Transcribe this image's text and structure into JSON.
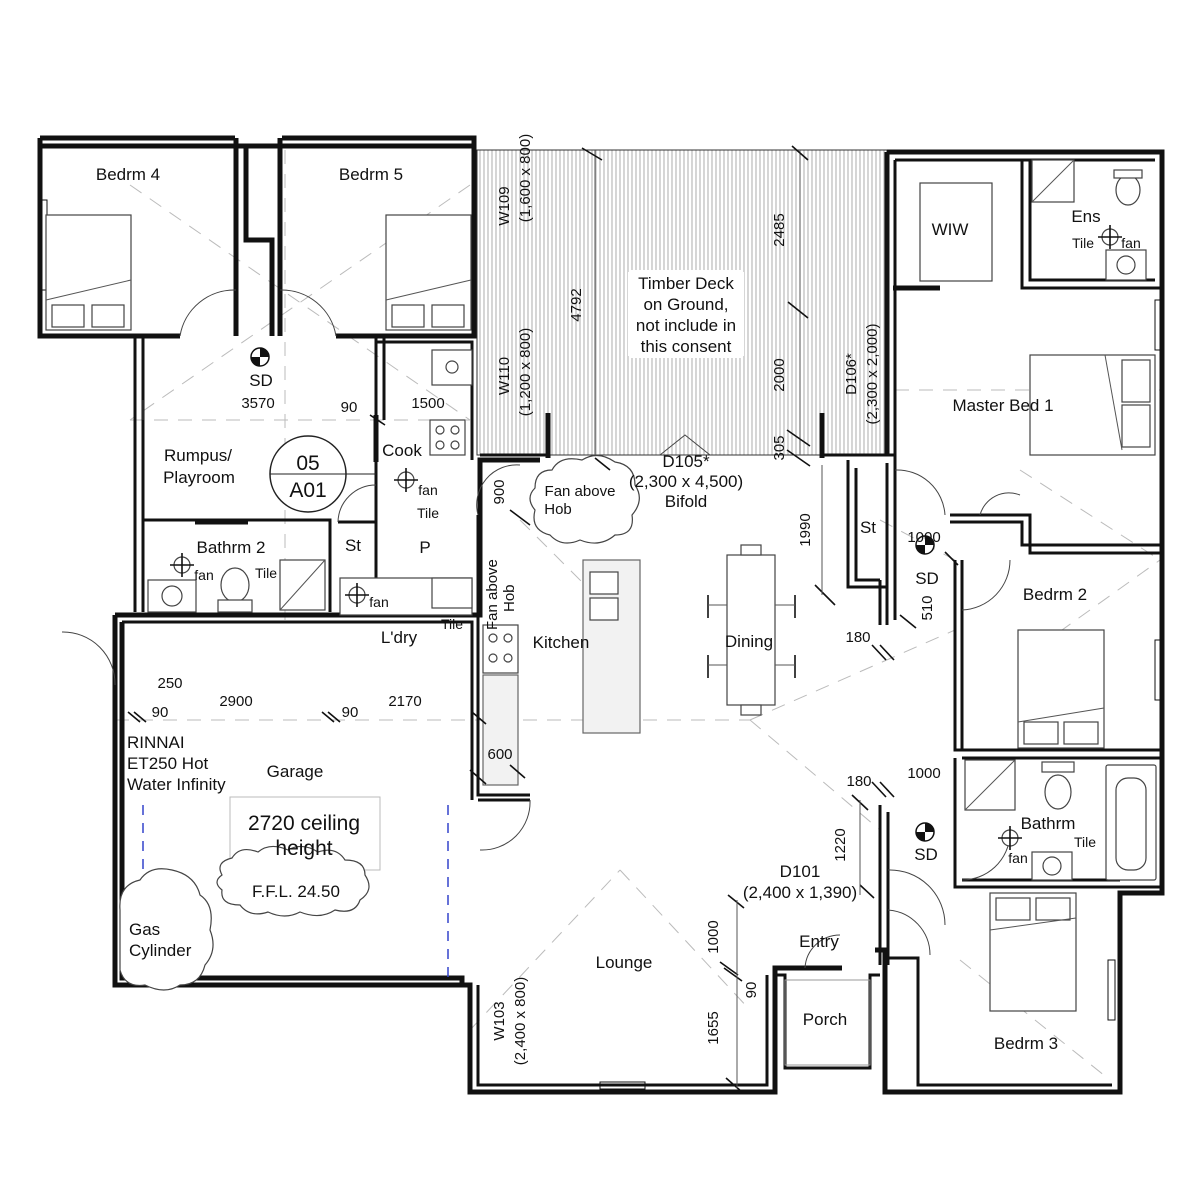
{
  "rooms": {
    "bedrm4": "Bedrm 4",
    "bedrm5": "Bedrm 5",
    "wiw": "WIW",
    "ens": "Ens",
    "ens_tile": "Tile",
    "ens_fan": "fan",
    "master": "Master Bed 1",
    "sd_top": "SD",
    "sd_top_dim": "3570",
    "rumpus_1": "Rumpus/",
    "rumpus_2": "Playroom",
    "cook": "Cook",
    "cook_dim": "1500",
    "cook_fan": "fan",
    "cook_tile": "Tile",
    "st_left": "St",
    "pantry": "P",
    "bathrm2": "Bathrm 2",
    "bath2_fan": "fan",
    "bath2_tile": "Tile",
    "ldry": "L'dry",
    "ldry_fan": "fan",
    "ldry_tile": "Tile",
    "kitchen": "Kitchen",
    "dining": "Dining",
    "st_right": "St",
    "sd_mid": "SD",
    "bedrm2": "Bedrm 2",
    "bathrm": "Bathrm",
    "bath_tile": "Tile",
    "bath_fan": "fan",
    "sd_low": "SD",
    "garage": "Garage",
    "lounge": "Lounge",
    "entry": "Entry",
    "porch": "Porch",
    "bedrm3": "Bedrm 3"
  },
  "deck": {
    "l1": "Timber Deck",
    "l2": "on Ground,",
    "l3": "not include in",
    "l4": "this consent"
  },
  "callout": {
    "num": "05",
    "sheet": "A01"
  },
  "notes": {
    "fan_above_hob_1": "Fan above",
    "fan_above_hob_2": "Hob",
    "fan_above_hob_v1": "Fan above",
    "fan_above_hob_v2": "Hob",
    "rinnai_1": "RINNAI",
    "rinnai_2": "ET250 Hot",
    "rinnai_3": "Water Infinity",
    "ceiling_1": "2720 ceiling",
    "ceiling_2": "height",
    "ffl": "F.F.L.  24.50",
    "gas_1": "Gas",
    "gas_2": "Cylinder"
  },
  "openings": {
    "w109_1": "W109",
    "w109_2": "(1,600 x 800)",
    "w110_1": "W110",
    "w110_2": "(1,200 x 800)",
    "d106_1": "D106*",
    "d106_2": "(2,300 x 2,000)",
    "d105_1": "D105*",
    "d105_2": "(2,300 x 4,500)",
    "d105_3": "Bifold",
    "d101_1": "D101",
    "d101_2": "(2,400 x 1,390)",
    "w103_1": "W103",
    "w103_2": "(2,400 x 800)"
  },
  "dims": {
    "d4792": "4792",
    "d2485": "2485",
    "d2000": "2000",
    "d305": "305",
    "d1990": "1990",
    "d90a": "90",
    "d900": "900",
    "d1000a": "1000",
    "d510": "510",
    "d180a": "180",
    "d250": "250",
    "d2900": "2900",
    "d90b": "90",
    "d90c": "90",
    "d2170": "2170",
    "d600": "600",
    "d180b": "180",
    "d1000b": "1000",
    "d1220": "1220",
    "d1000c": "1000",
    "d90d": "90",
    "d1655": "1655"
  },
  "colors": {
    "wall": "#111111",
    "fixture_fill": "#f2f2f2",
    "grid_dash": "#bbbbbb",
    "garage_dash": "#3344cc"
  }
}
